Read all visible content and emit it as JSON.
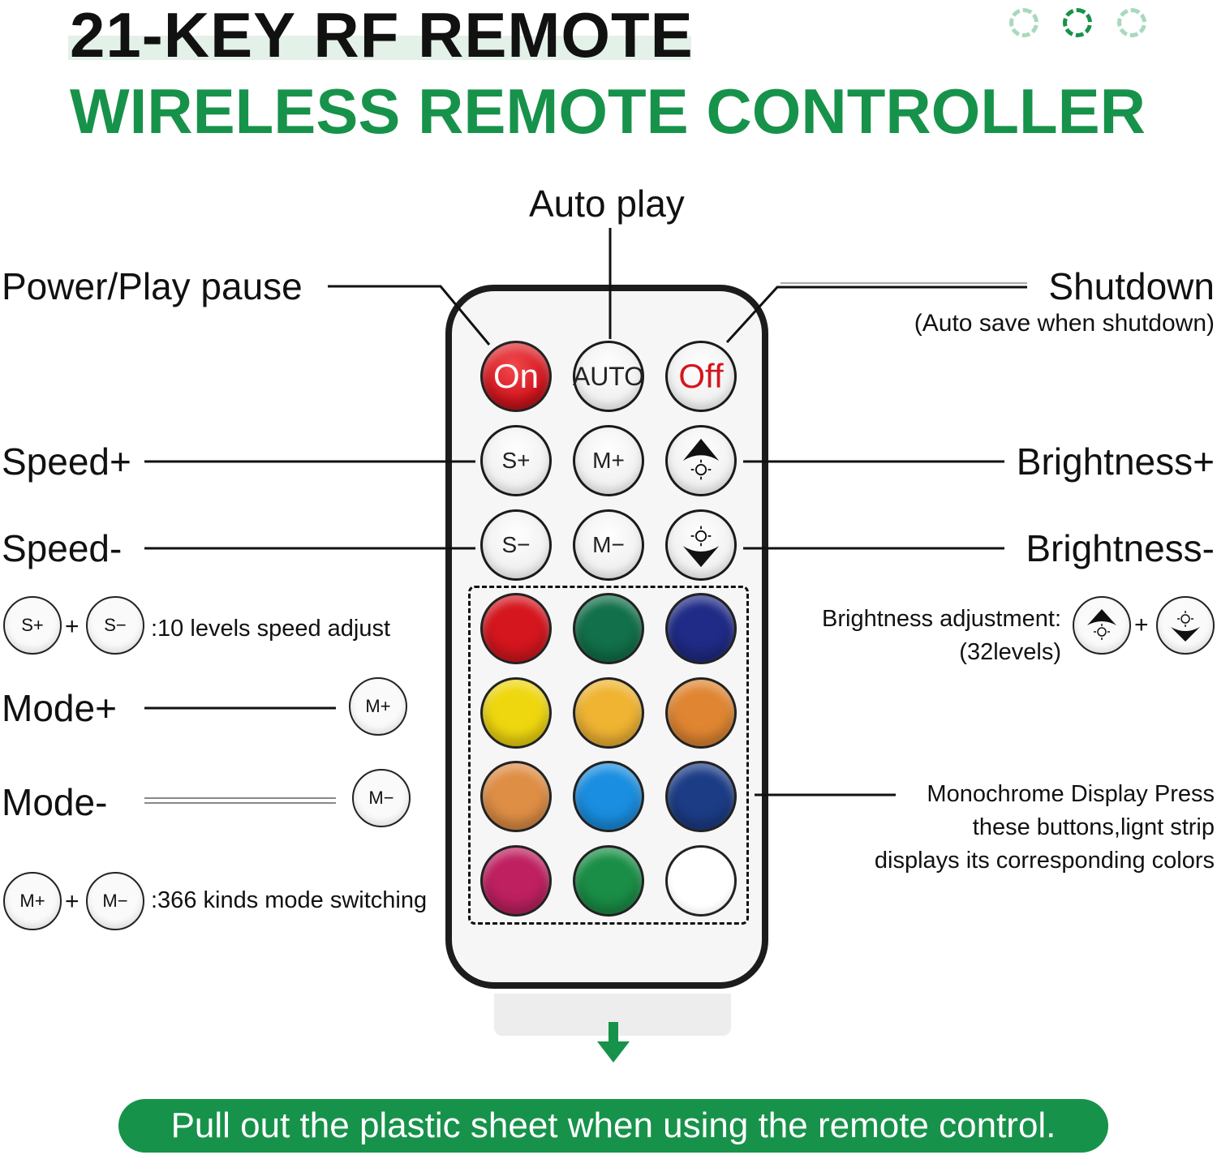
{
  "header": {
    "title": "21-KEY RF REMOTE",
    "subtitle": "WIRELESS REMOTE CONTROLLER"
  },
  "labels": {
    "auto_play": "Auto play",
    "power": "Power/Play pause",
    "shutdown": "Shutdown",
    "shutdown_note": "(Auto save when shutdown)",
    "speed_plus": "Speed+",
    "speed_minus": "Speed-",
    "brightness_plus": "Brightness+",
    "brightness_minus": "Brightness-",
    "speed_adjust": ":10 levels speed adjust",
    "mode_plus": "Mode+",
    "mode_minus": "Mode-",
    "mode_switch": ":366 kinds mode switching",
    "brightness_adj": "Brightness adjustment:",
    "brightness_levels": "(32levels)",
    "mono_1": "Monochrome Display Press",
    "mono_2": "these buttons,lignt strip",
    "mono_3": "displays its corresponding colors",
    "plus": "+"
  },
  "remote": {
    "on": "On",
    "auto": "AUTO",
    "off": "Off",
    "s_plus": "S+",
    "s_minus": "S−",
    "m_plus": "M+",
    "m_minus": "M−",
    "colors": [
      "#d5161e",
      "#12704a",
      "#1f2b86",
      "#efd70f",
      "#f0b432",
      "#e08632",
      "#df8e45",
      "#1a8ee0",
      "#1c3c86",
      "#be2060",
      "#1a8e46",
      "#ffffff"
    ]
  },
  "mini": {
    "s_plus": "S+",
    "s_minus": "S−",
    "m_plus": "M+",
    "m_minus": "M−"
  },
  "banner": "Pull out the plastic sheet when using the remote control.",
  "accent": "#17924a"
}
